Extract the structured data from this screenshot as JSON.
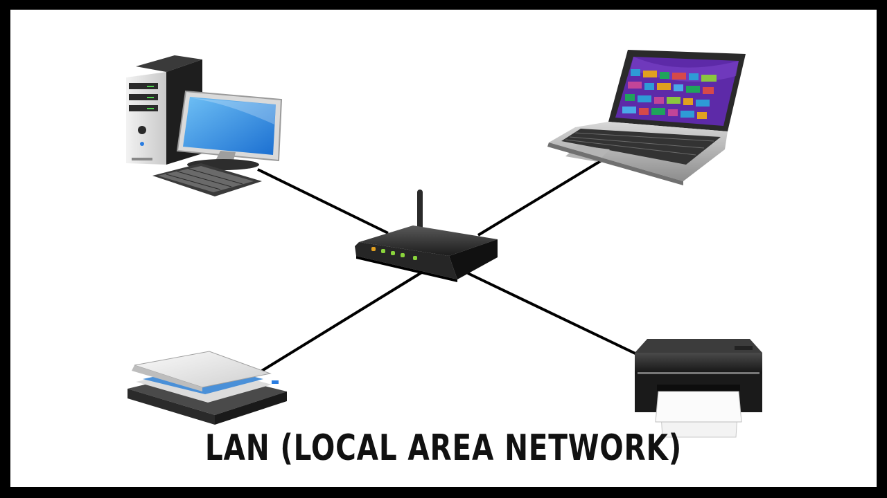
{
  "caption": "LAN (LOCAL AREA NETWORK)",
  "colors": {
    "background": "#ffffff",
    "border": "#000000",
    "link_line": "#000000",
    "caption": "#111111"
  },
  "nodes": [
    {
      "id": "desktop",
      "icon": "desktop-computer-icon"
    },
    {
      "id": "laptop",
      "icon": "laptop-icon"
    },
    {
      "id": "router",
      "icon": "wireless-router-icon"
    },
    {
      "id": "scanner",
      "icon": "flatbed-scanner-icon"
    },
    {
      "id": "printer",
      "icon": "printer-icon"
    }
  ],
  "links": [
    {
      "from": "router",
      "to": "desktop"
    },
    {
      "from": "router",
      "to": "laptop"
    },
    {
      "from": "router",
      "to": "scanner"
    },
    {
      "from": "router",
      "to": "printer"
    }
  ]
}
